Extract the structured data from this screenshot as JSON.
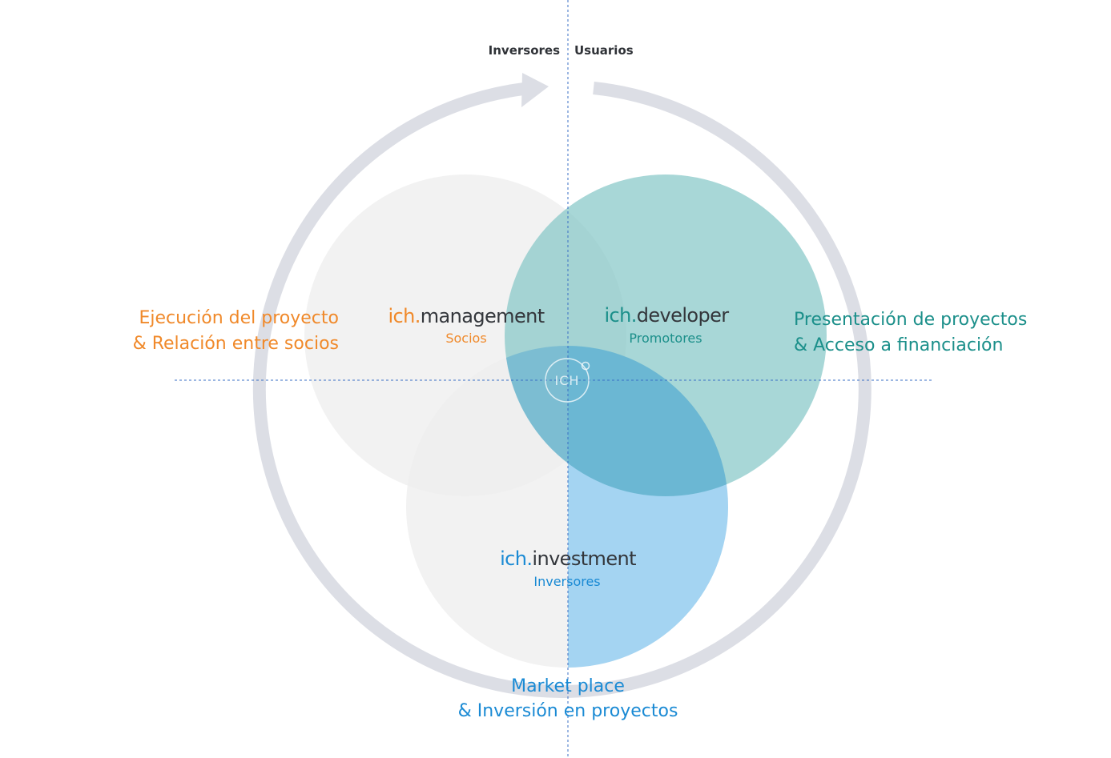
{
  "axis_labels": {
    "left": "Inversores",
    "right": "Usuarios"
  },
  "center_logo": "ICH",
  "circles": [
    {
      "id": "management",
      "prefix": "ich.",
      "suffix": "management",
      "role": "Socios",
      "color": "#f0892a"
    },
    {
      "id": "developer",
      "prefix": "ich.",
      "suffix": "developer",
      "role": "Promotores",
      "color": "#1b8f8a"
    },
    {
      "id": "investment",
      "prefix": "ich.",
      "suffix": "investment",
      "role": "Inversores",
      "color": "#1a8ad4"
    }
  ],
  "side_texts": {
    "left": {
      "line1": "Ejecución del proyecto",
      "line2": "& Relación entre socios",
      "color": "#f0892a"
    },
    "right": {
      "line1": "Presentación de proyectos",
      "line2": "& Acceso a financiación",
      "color": "#1b8f8a"
    },
    "bottom": {
      "line1": "Market place",
      "line2": "& Inversión en proyectos",
      "color": "#1a8ad4"
    }
  },
  "colors": {
    "ring": "#dcdee5",
    "axis": "#3a6fc4",
    "management_fill": "#ededed",
    "developer_fill": "#7fc4c4",
    "investment_fill": "#a4d4f2"
  }
}
